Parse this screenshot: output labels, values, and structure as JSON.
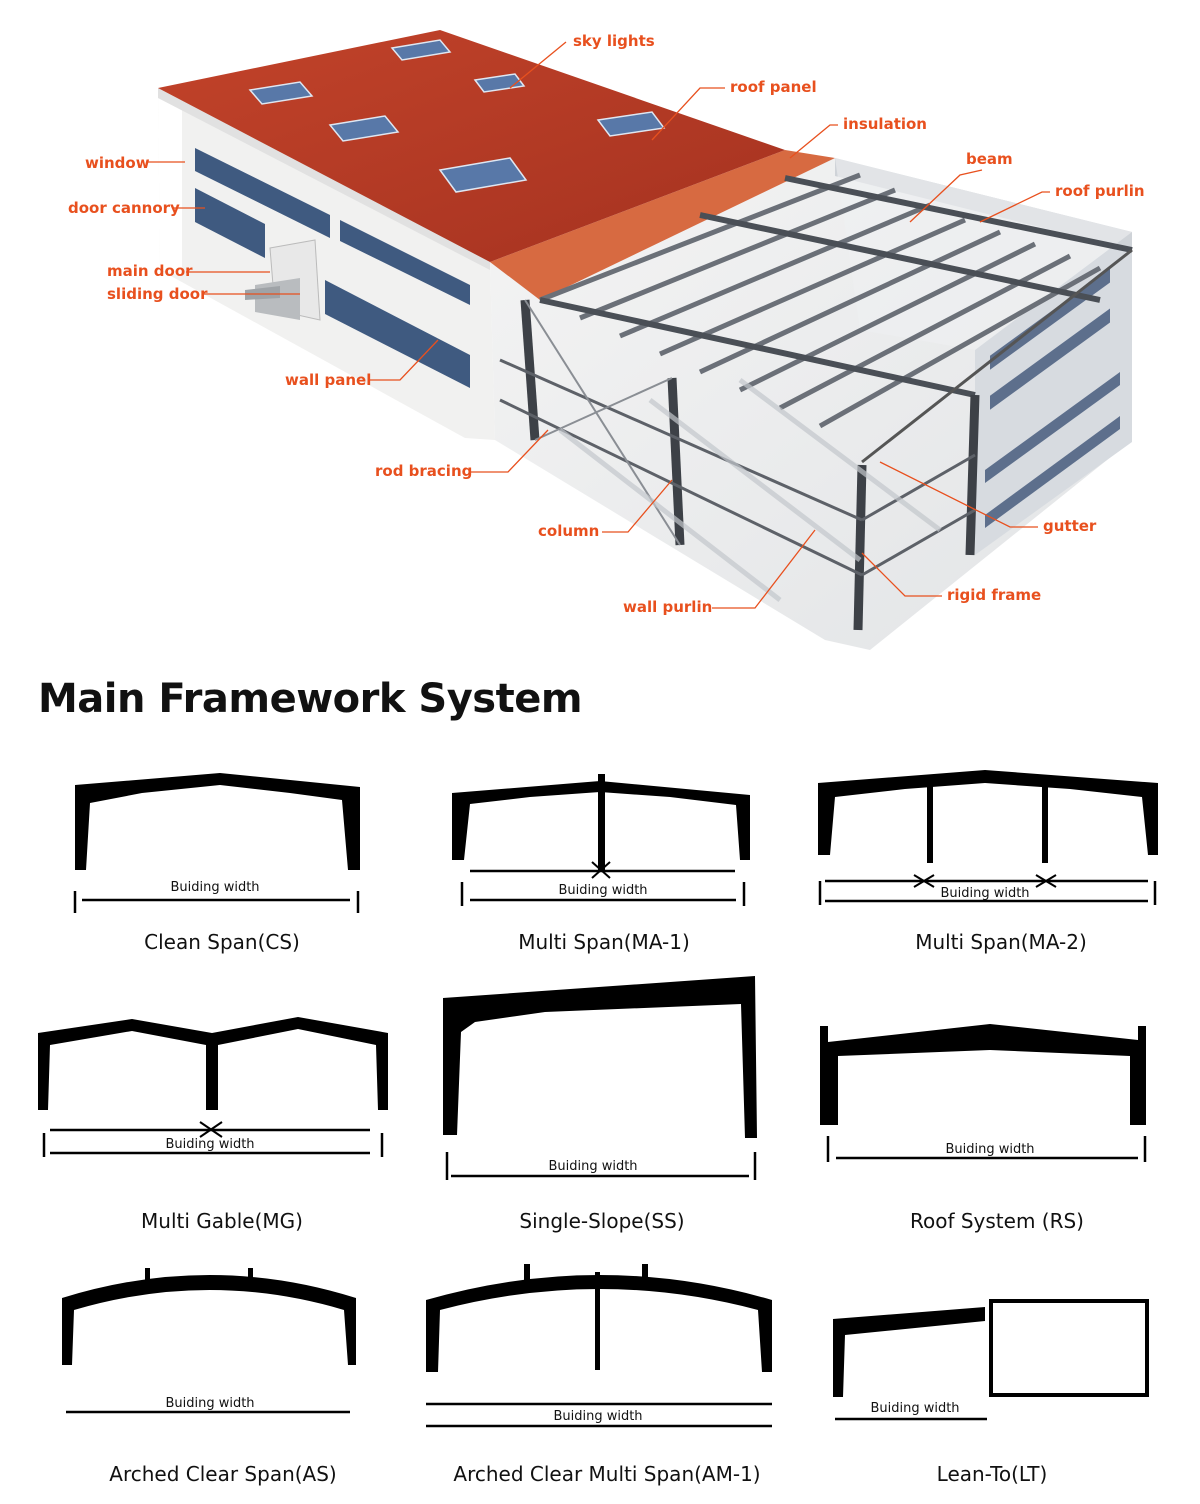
{
  "building_labels": {
    "sky_lights": "sky lights",
    "roof_panel": "roof panel",
    "insulation": "insulation",
    "beam": "beam",
    "roof_purlin": "roof purlin",
    "window": "window",
    "door_cannory": "door cannory",
    "main_door": "main door",
    "sliding_door": "sliding door",
    "wall_panel": "wall panel",
    "rod_bracing": "rod bracing",
    "column": "column",
    "gutter": "gutter",
    "rigid_frame": "rigid frame",
    "wall_purlin": "wall purlin"
  },
  "section_title": "Main Framework System",
  "width_label": "Buiding width",
  "frames": [
    {
      "id": "cs",
      "caption": "Clean Span(CS)"
    },
    {
      "id": "ma1",
      "caption": "Multi Span(MA-1)"
    },
    {
      "id": "ma2",
      "caption": "Multi Span(MA-2)"
    },
    {
      "id": "mg",
      "caption": "Multi Gable(MG)"
    },
    {
      "id": "ss",
      "caption": "Single-Slope(SS)"
    },
    {
      "id": "rs",
      "caption": "Roof System (RS)"
    },
    {
      "id": "as",
      "caption": "Arched Clear Span(AS)"
    },
    {
      "id": "am1",
      "caption": "Arched Clear Multi Span(AM-1)"
    },
    {
      "id": "lt",
      "caption": "Lean-To(LT)"
    }
  ],
  "colors": {
    "label": "#e8501e",
    "roof": "#b53a24",
    "frame": "#000000"
  }
}
